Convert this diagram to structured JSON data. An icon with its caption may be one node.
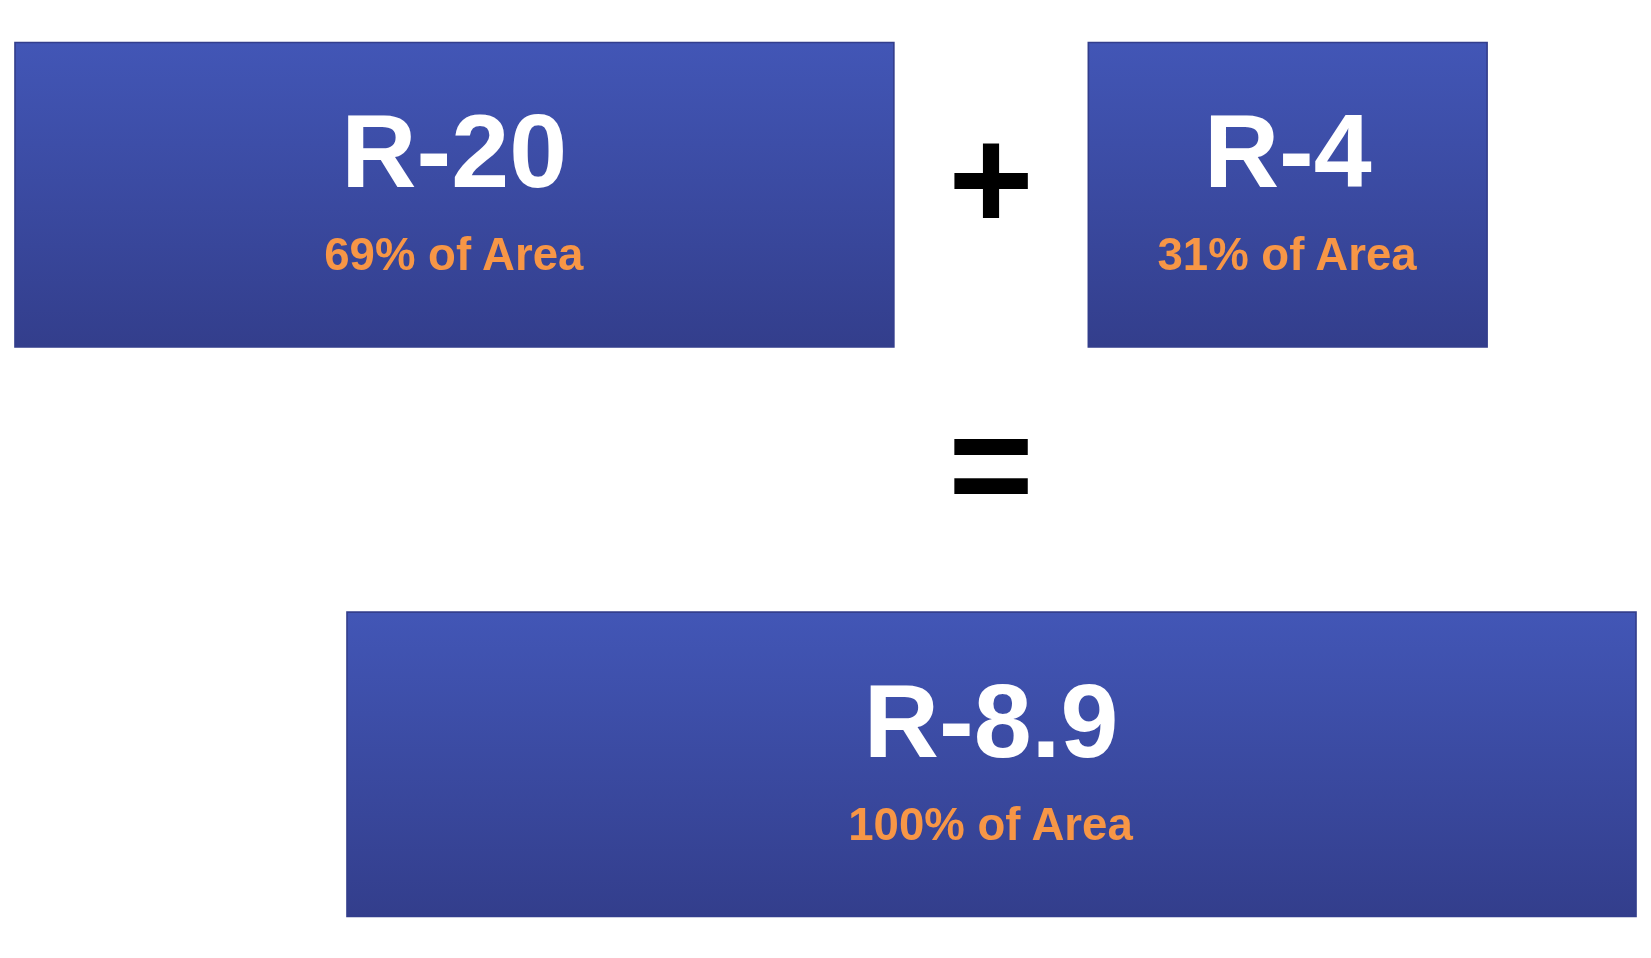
{
  "diagram": {
    "nodes": [
      {
        "text": [
          "R-20",
          "69% of Area"
        ]
      },
      {
        "text": [
          "R-4",
          "31% of Area"
        ]
      },
      {
        "text": [
          "R-8.9",
          "100% of Area"
        ]
      }
    ],
    "labels": [
      "+",
      "="
    ]
  }
}
